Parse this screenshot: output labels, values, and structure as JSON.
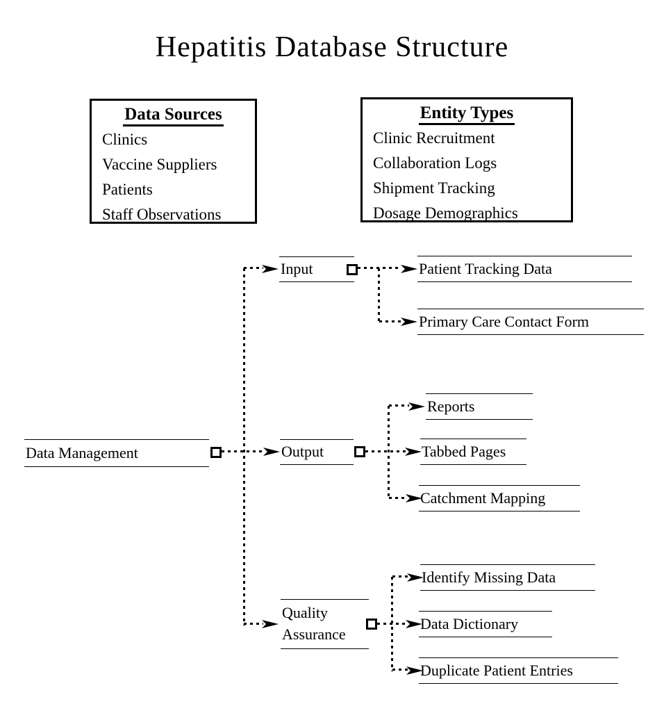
{
  "title": "Hepatitis Database Structure",
  "colors": {
    "ink": "#000000",
    "background": "#ffffff"
  },
  "icons": {
    "branch_arrow": "solid-right-arrowhead-icon",
    "junction": "open-square-connector-icon"
  },
  "boxes": [
    {
      "title": "Data Sources",
      "items": [
        "Clinics",
        "Vaccine Suppliers",
        "Patients",
        "Staff Observations"
      ]
    },
    {
      "title": "Entity Types",
      "items": [
        "Clinic Recruitment",
        "Collaboration Logs",
        "Shipment Tracking",
        "Dosage Demographics"
      ]
    }
  ],
  "tree": {
    "root": {
      "label": "Data Management"
    },
    "branches": [
      {
        "label": "Input",
        "children": [
          {
            "label": "Patient Tracking Data"
          },
          {
            "label": "Primary Care Contact Form"
          }
        ]
      },
      {
        "label": "Output",
        "children": [
          {
            "label": "Reports"
          },
          {
            "label": "Tabbed Pages"
          },
          {
            "label": "Catchment Mapping"
          }
        ]
      },
      {
        "label": "Quality Assurance",
        "children": [
          {
            "label": "Identify Missing Data"
          },
          {
            "label": "Data Dictionary"
          },
          {
            "label": "Duplicate Patient Entries"
          }
        ]
      }
    ]
  }
}
